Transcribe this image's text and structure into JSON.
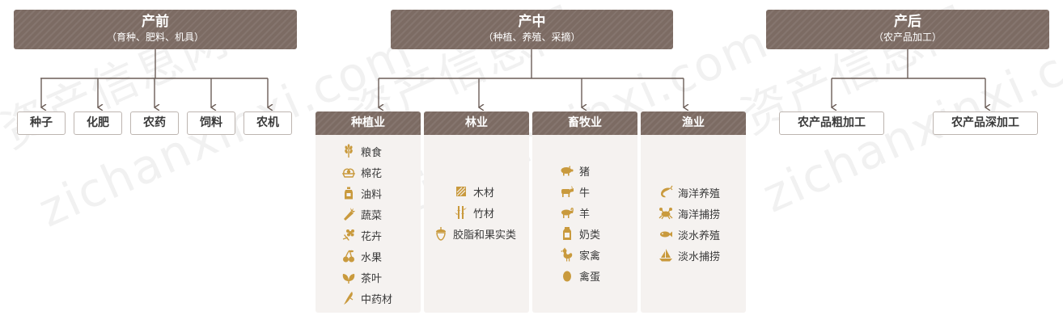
{
  "watermarks": [
    "资产信息网",
    "zichanxinxi.com",
    "资产信息网",
    "zichanxinxi.com",
    "资产信息网",
    "zichanxinxi.com"
  ],
  "stages": [
    {
      "title": "产前",
      "subtitle": "（育种、肥料、机具）"
    },
    {
      "title": "产中",
      "subtitle": "（种植、养殖、采摘）"
    },
    {
      "title": "产后",
      "subtitle": "（农产品加工）"
    }
  ],
  "pre_items": [
    "种子",
    "化肥",
    "农药",
    "饲料",
    "农机"
  ],
  "mid_columns": [
    {
      "title": "种植业",
      "items": [
        {
          "label": "粮食",
          "icon": "wheat-icon"
        },
        {
          "label": "棉花",
          "icon": "cotton-icon"
        },
        {
          "label": "油料",
          "icon": "oil-bottle-icon"
        },
        {
          "label": "蔬菜",
          "icon": "carrot-icon"
        },
        {
          "label": "花卉",
          "icon": "flower-icon"
        },
        {
          "label": "水果",
          "icon": "cherry-icon"
        },
        {
          "label": "茶叶",
          "icon": "tea-leaf-icon"
        },
        {
          "label": "中药材",
          "icon": "herb-root-icon"
        }
      ]
    },
    {
      "title": "林业",
      "items": [
        {
          "label": "木材",
          "icon": "wood-icon"
        },
        {
          "label": "竹材",
          "icon": "bamboo-icon"
        },
        {
          "label": "胶脂和果实类",
          "icon": "acorn-icon"
        }
      ]
    },
    {
      "title": "畜牧业",
      "items": [
        {
          "label": "猪",
          "icon": "pig-icon"
        },
        {
          "label": "牛",
          "icon": "cattle-icon"
        },
        {
          "label": "羊",
          "icon": "sheep-icon"
        },
        {
          "label": "奶类",
          "icon": "milk-icon"
        },
        {
          "label": "家禽",
          "icon": "chicken-icon"
        },
        {
          "label": "禽蛋",
          "icon": "egg-icon"
        }
      ]
    },
    {
      "title": "渔业",
      "items": [
        {
          "label": "海洋养殖",
          "icon": "shrimp-icon"
        },
        {
          "label": "海洋捕捞",
          "icon": "crab-icon"
        },
        {
          "label": "淡水养殖",
          "icon": "fish-icon"
        },
        {
          "label": "淡水捕捞",
          "icon": "boat-icon"
        }
      ]
    }
  ],
  "post_items": [
    "农产品粗加工",
    "农产品深加工"
  ],
  "colors": {
    "header": "#7c6b63",
    "connector": "#6b5d57",
    "icon": "#c99a3d",
    "panel": "#f5f2f0"
  }
}
